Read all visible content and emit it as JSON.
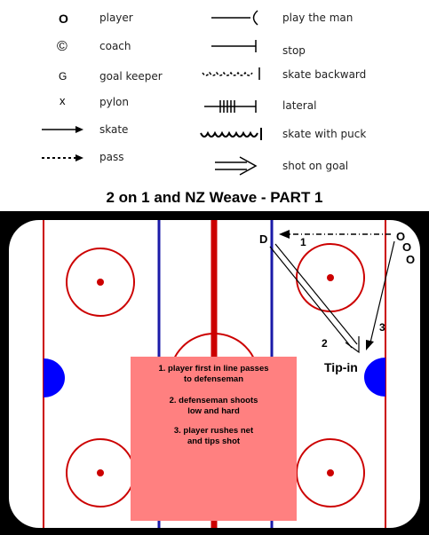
{
  "legend": {
    "left": [
      {
        "symbol": "O",
        "icon": "player-circle-icon",
        "label": "player"
      },
      {
        "symbol": "©",
        "icon": "coach-icon",
        "label": "coach"
      },
      {
        "symbol": "G",
        "icon": "goal-keeper-icon",
        "label": "goal keeper"
      },
      {
        "symbol": "x",
        "icon": "pylon-icon",
        "label": "pylon"
      },
      {
        "symbol": "",
        "icon": "skate-arrow-icon",
        "label": "skate"
      },
      {
        "symbol": "",
        "icon": "pass-arrow-icon",
        "label": "pass"
      }
    ],
    "right": [
      {
        "icon": "play-the-man-icon",
        "label": "play the man"
      },
      {
        "icon": "stop-icon",
        "label": "stop"
      },
      {
        "icon": "skate-backward-icon",
        "label": "skate backward"
      },
      {
        "icon": "lateral-icon",
        "label": "lateral"
      },
      {
        "icon": "skate-with-puck-icon",
        "label": "skate with puck"
      },
      {
        "icon": "shot-on-goal-icon",
        "label": "shot on goal"
      }
    ]
  },
  "title": "2 on 1 and NZ Weave - PART 1",
  "rink": {
    "players": [
      "O",
      "O",
      "O"
    ],
    "defenseman": "D",
    "step_numbers": [
      "1",
      "2",
      "3"
    ],
    "tip_in": "Tip-in",
    "colors": {
      "red": "#cc0000",
      "blue": "#1a1aa8",
      "crease": "#0000ff",
      "notes_bg": "#ff8080"
    }
  },
  "notes": {
    "n1a": "1. player first in line passes",
    "n1b": "to defenseman",
    "n2a": "2.  defenseman shoots",
    "n2b": "low and hard",
    "n3a": "3.  player rushes net",
    "n3b": "and tips shot"
  }
}
